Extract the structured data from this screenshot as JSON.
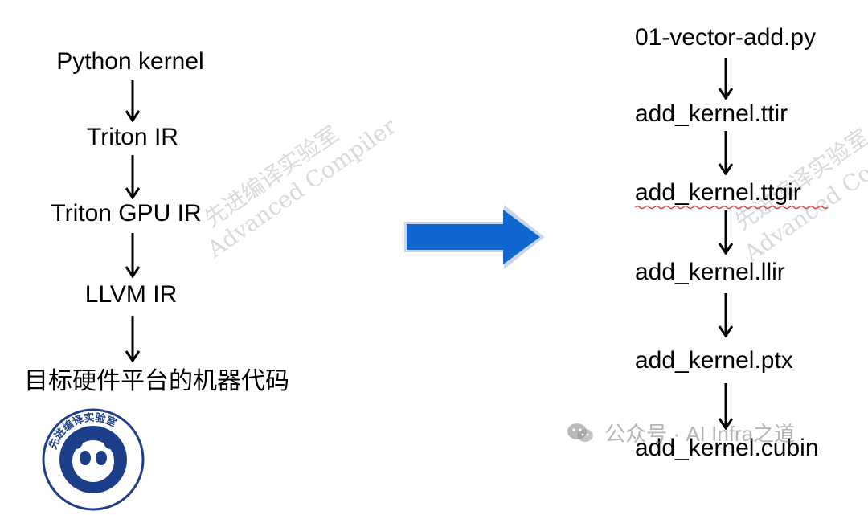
{
  "left_flow": {
    "nodes": [
      "Python kernel",
      "Triton IR",
      "Triton GPU IR",
      "LLVM IR",
      "目标硬件平台的机器代码"
    ]
  },
  "right_flow": {
    "nodes": [
      "01-vector-add.py",
      "add_kernel.ttir",
      "add_kernel.ttgir",
      "add_kernel.llir",
      "add_kernel.ptx",
      "add_kernel.cubin"
    ]
  },
  "watermark": {
    "cn": "先进编译实验室",
    "en": "Advanced Compiler",
    "footer": "公众号 · AI Infra之道"
  },
  "logo": {
    "text": "先进编译实验室"
  },
  "colors": {
    "big_arrow": "#1167cf",
    "big_arrow_edge": "#c9d6e8",
    "squiggle": "#e23a3a"
  }
}
